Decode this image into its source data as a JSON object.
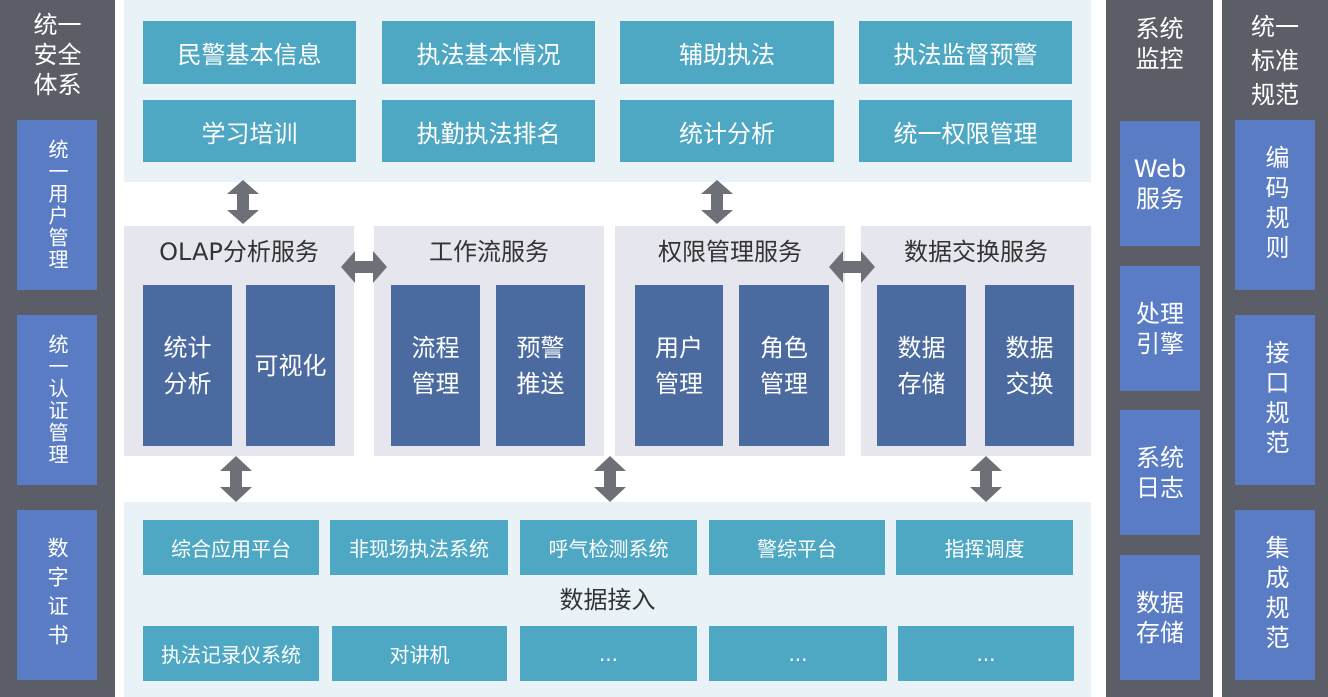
{
  "left": {
    "title": "统一\n安全\n体系",
    "items": [
      {
        "label": "统一用户管理"
      },
      {
        "label": "统一认证管理"
      },
      {
        "label": "数字证书"
      }
    ]
  },
  "apps": {
    "row1": [
      "民警基本信息",
      "执法基本情况",
      "辅助执法",
      "执法监督预警"
    ],
    "row2": [
      "学习培训",
      "执勤执法排名",
      "统计分析",
      "统一权限管理"
    ]
  },
  "services": [
    {
      "title": "OLAP分析服务",
      "items": [
        "统计\n分析",
        "可视化"
      ]
    },
    {
      "title": "工作流服务",
      "items": [
        "流程\n管理",
        "预警\n推送"
      ]
    },
    {
      "title": "权限管理服务",
      "items": [
        "用户\n管理",
        "角色\n管理"
      ]
    },
    {
      "title": "数据交换服务",
      "items": [
        "数据\n存储",
        "数据\n交换"
      ]
    }
  ],
  "data_access": {
    "row1": [
      "综合应用平台",
      "非现场执法系统",
      "呼气检测系统",
      "警综平台",
      "指挥调度"
    ],
    "title": "数据接入",
    "row2": [
      "执法记录仪系统",
      "对讲机",
      "...",
      "...",
      "..."
    ]
  },
  "monitor": {
    "title": "系统\n监控",
    "items": [
      "Web\n服务",
      "处理\n引擎",
      "系统\n日志",
      "数据\n存储"
    ]
  },
  "standard": {
    "title": "统一\n标准\n规范",
    "items": [
      "编码规则",
      "接口规范",
      "集成规范"
    ]
  },
  "colors": {
    "gray_column": "#5b5e66",
    "blue_box": "#5a7cc4",
    "teal_box": "#4ea7c3",
    "navy_box": "#4a6aa0",
    "panel_bg": "#e9f2f6",
    "service_bg": "#e6e7ee",
    "arrow": "#6e7078"
  }
}
